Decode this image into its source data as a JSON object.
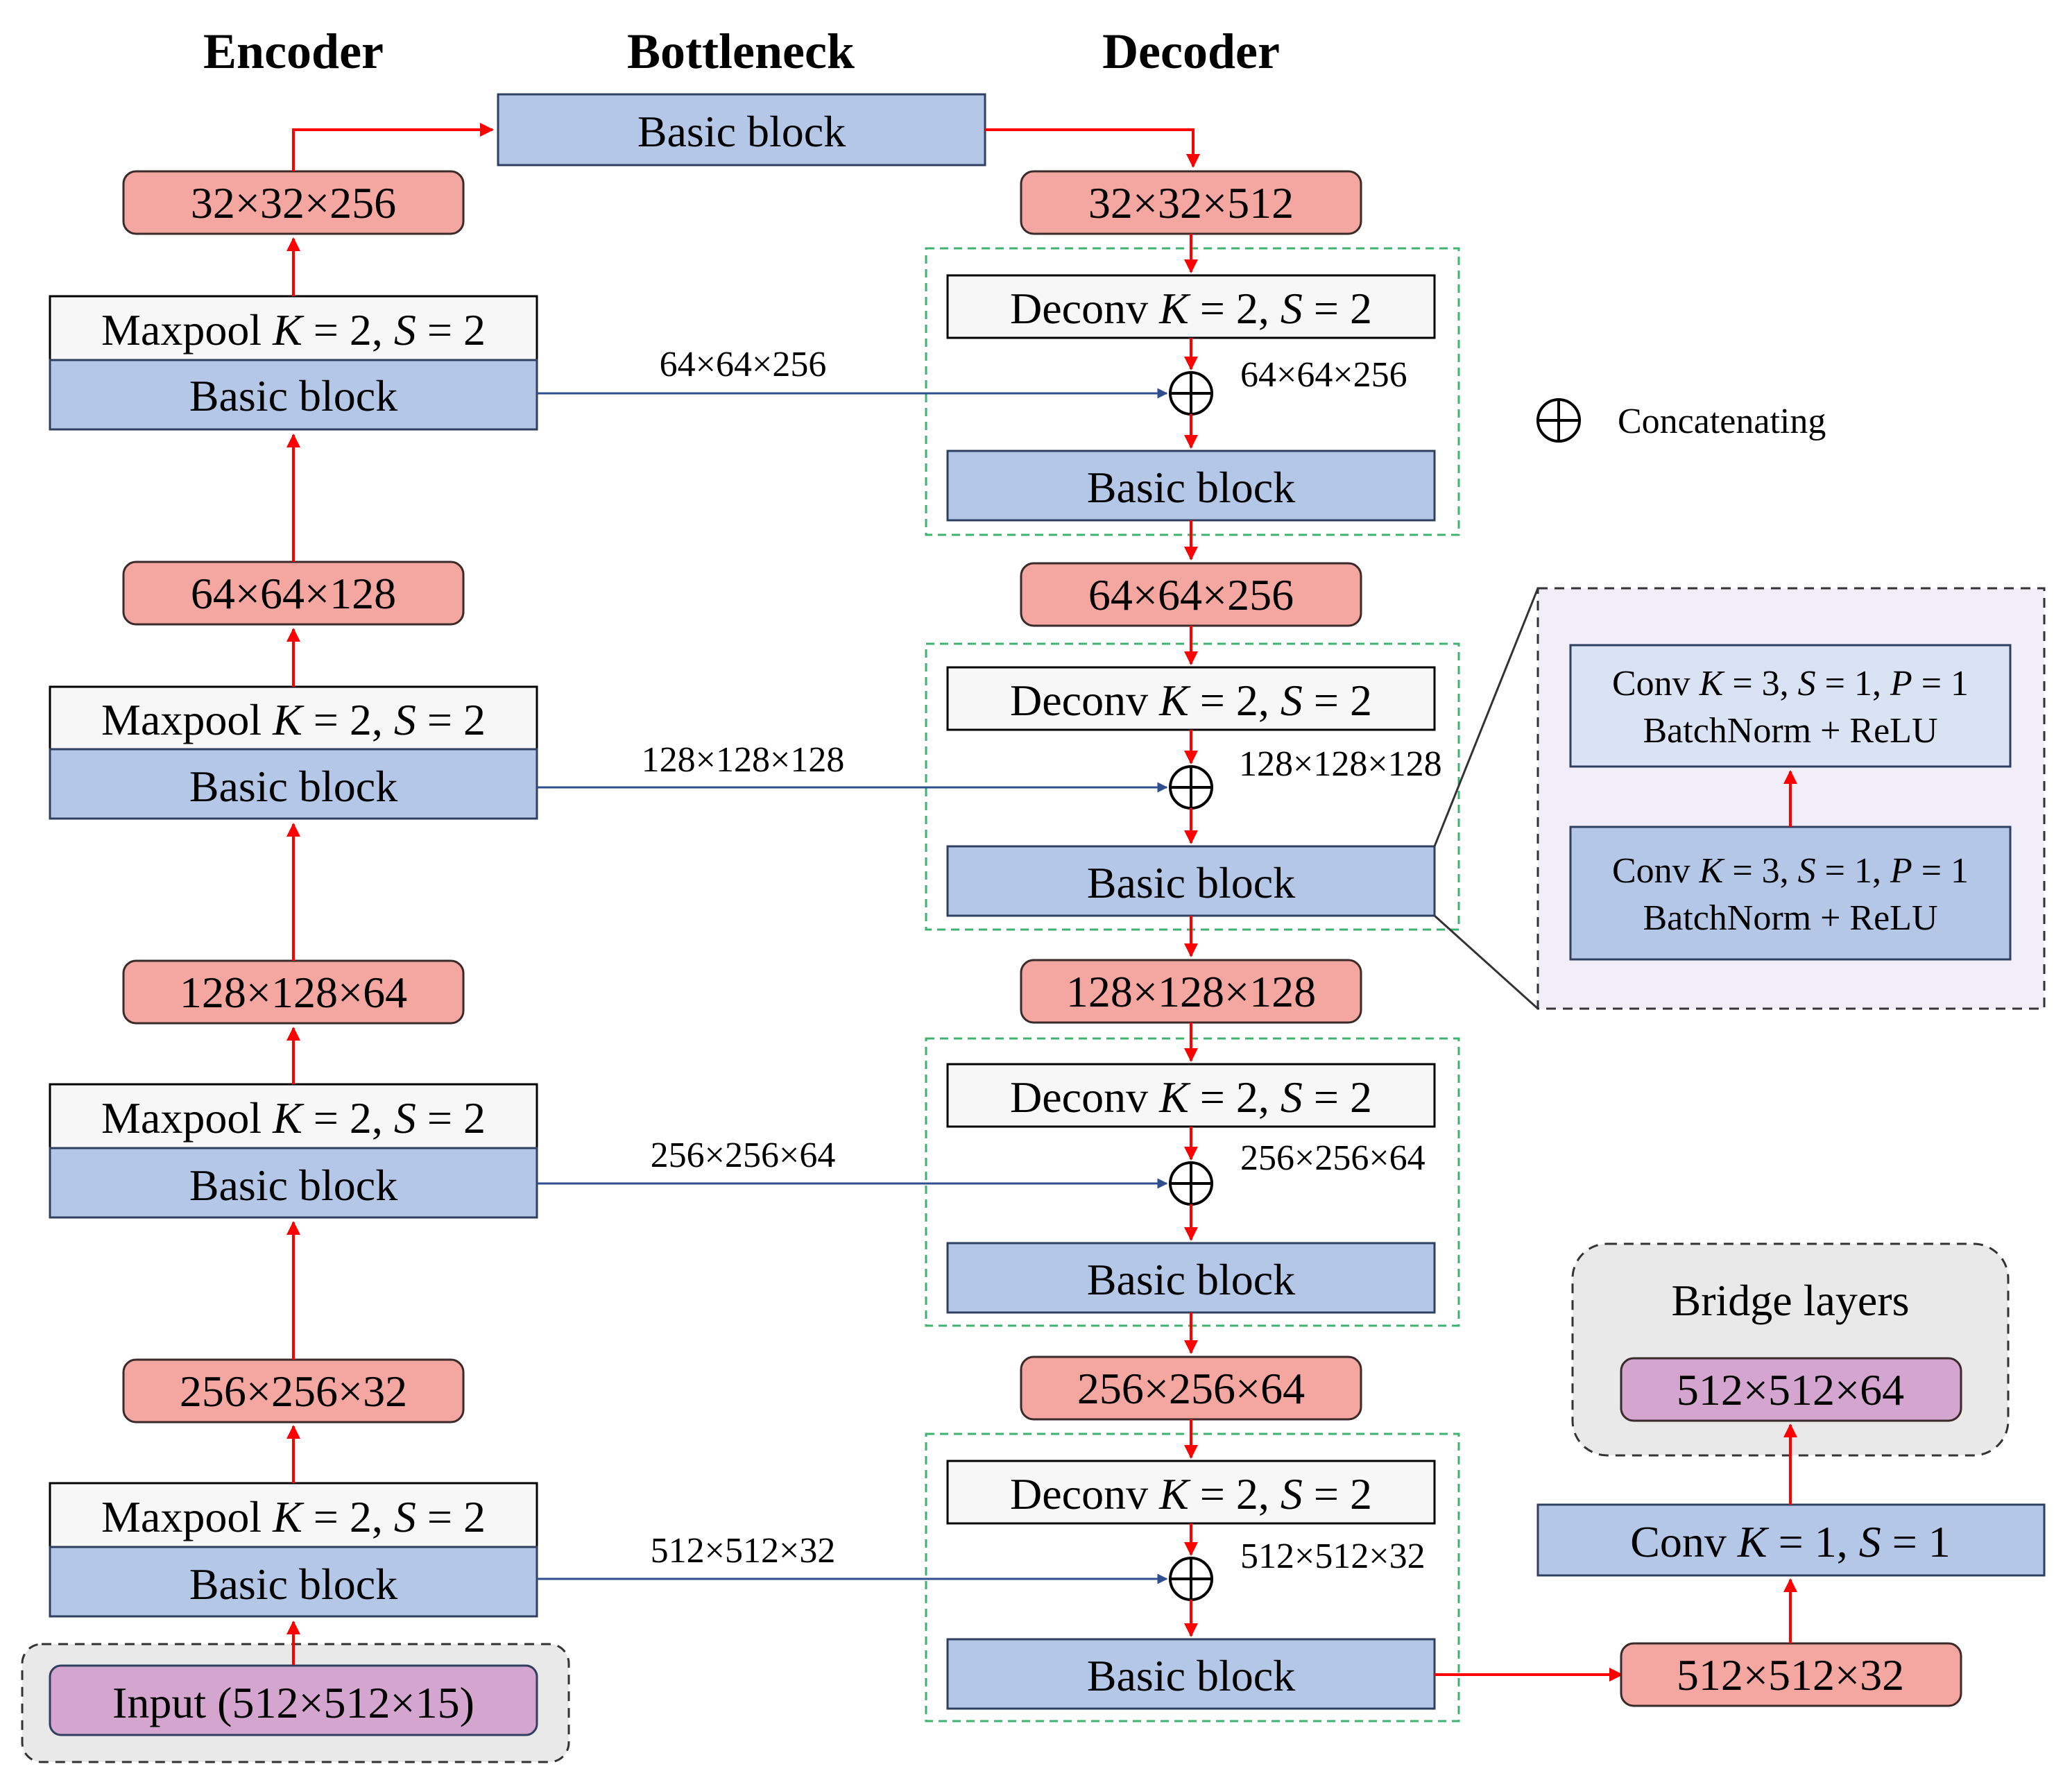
{
  "headers": {
    "encoder": "Encoder",
    "bottleneck": "Bottleneck",
    "decoder": "Decoder"
  },
  "legend": {
    "label": "Concatenating",
    "symbol": "⊕"
  },
  "bottleneck": {
    "label": "Basic block"
  },
  "encoder": {
    "stages": [
      {
        "maxpool": [
          "Maxpool ",
          "K",
          " = 2, ",
          "S",
          " = 2"
        ],
        "block": "Basic block",
        "out": "32×32×256",
        "skip": "64×64×256"
      },
      {
        "maxpool": [
          "Maxpool ",
          "K",
          " = 2, ",
          "S",
          " = 2"
        ],
        "block": "Basic block",
        "out": "64×64×128",
        "skip": "128×128×128"
      },
      {
        "maxpool": [
          "Maxpool ",
          "K",
          " = 2, ",
          "S",
          " = 2"
        ],
        "block": "Basic block",
        "out": "128×128×64",
        "skip": "256×256×64"
      },
      {
        "maxpool": [
          "Maxpool ",
          "K",
          " = 2, ",
          "S",
          " = 2"
        ],
        "block": "Basic block",
        "out": "256×256×32",
        "skip": "512×512×32"
      }
    ],
    "input": "Input (512×512×15)"
  },
  "decoder": {
    "top": "32×32×512",
    "stages": [
      {
        "deconv": [
          "Deconv ",
          "K",
          " = 2, ",
          "S",
          " = 2"
        ],
        "concat": "64×64×256",
        "block": "Basic block",
        "out": "64×64×256"
      },
      {
        "deconv": [
          "Deconv ",
          "K",
          " = 2, ",
          "S",
          " = 2"
        ],
        "concat": "128×128×128",
        "block": "Basic block",
        "out": "128×128×128"
      },
      {
        "deconv": [
          "Deconv ",
          "K",
          " = 2, ",
          "S",
          " = 2"
        ],
        "concat": "256×256×64",
        "block": "Basic block",
        "out": "256×256×64"
      },
      {
        "deconv": [
          "Deconv ",
          "K",
          " = 2, ",
          "S",
          " = 2"
        ],
        "concat": "512×512×32",
        "block": "Basic block",
        "out": null
      }
    ]
  },
  "detail": {
    "conv1": {
      "line1": [
        "Conv ",
        "K",
        " = 3, ",
        "S",
        " = 1, ",
        "P",
        " = 1"
      ],
      "line2": "BatchNorm + ReLU"
    },
    "conv2": {
      "line1": [
        "Conv ",
        "K",
        " = 3, ",
        "S",
        " = 1, ",
        "P",
        " = 1"
      ],
      "line2": "BatchNorm + ReLU"
    }
  },
  "bridge": {
    "title": "Bridge layers",
    "out": "512×512×64",
    "conv": [
      "Conv ",
      "K",
      " = 1, ",
      "S",
      " = 1"
    ],
    "in": "512×512×32"
  },
  "colors": {
    "blue_fill": "#B4C7E7",
    "blue_stroke": "#2F3F5F",
    "red_fill": "#F4A6A0",
    "red_stroke": "#3A2A2A",
    "purple_fill": "#D4A6CF",
    "gray_fill": "#E9E9E9",
    "detail_bg": "#F2EEF8",
    "white_fill": "#F7F7F7",
    "arrow_red": "#FF0000",
    "arrow_blue": "#2F4F8F",
    "dash_green": "#3CB371"
  }
}
